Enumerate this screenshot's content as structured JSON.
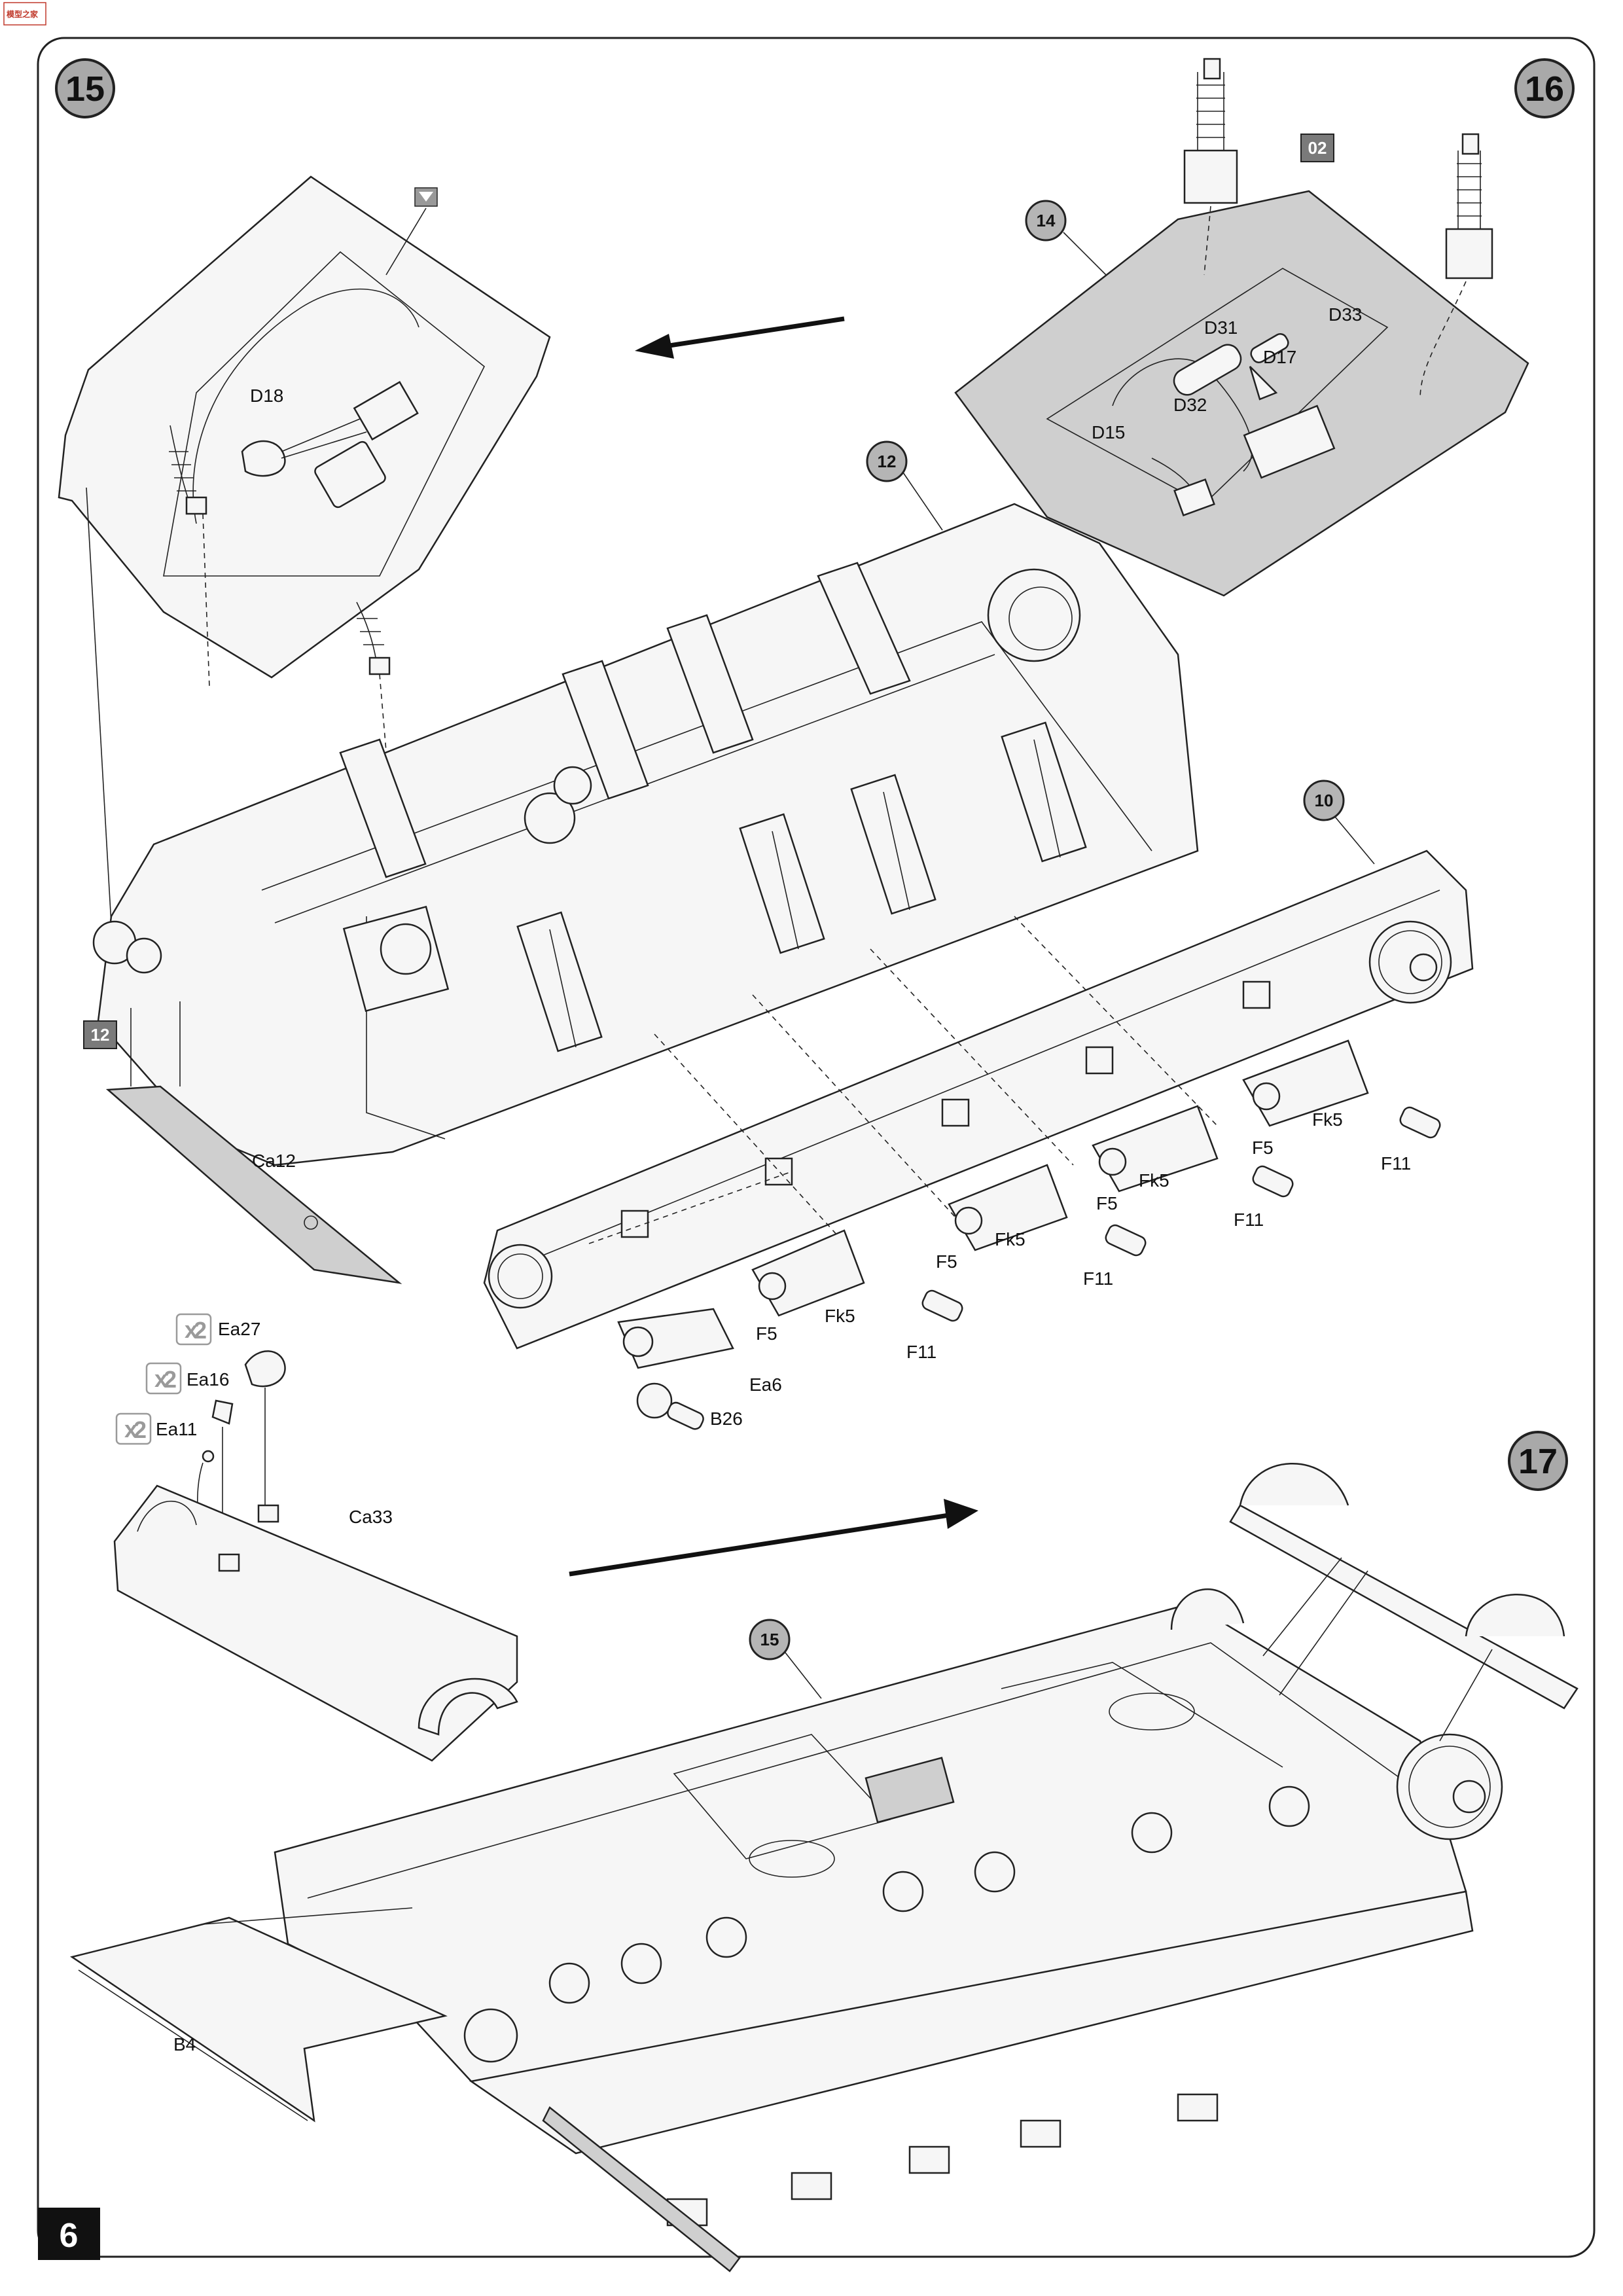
{
  "page": {
    "number": "6",
    "logo_text": "模型之家"
  },
  "steps": {
    "s15": {
      "number": "15"
    },
    "s16": {
      "number": "16"
    },
    "s17": {
      "number": "17"
    }
  },
  "refs": {
    "ref12_top": "12",
    "ref10": "10",
    "ref14": "14",
    "ref15": "15",
    "ref02": "02",
    "ref12_plate": "12"
  },
  "multipliers": {
    "ea27": "2",
    "ea16": "2",
    "ea11": "2"
  },
  "labels": {
    "d18": "D18",
    "d31": "D31",
    "d33": "D33",
    "d17": "D17",
    "d32": "D32",
    "d15": "D15",
    "ca12": "Ca12",
    "fk5_a": "Fk5",
    "fk5_b": "Fk5",
    "fk5_c": "Fk5",
    "fk5_d": "Fk5",
    "f11_a": "F11",
    "f11_b": "F11",
    "f11_c": "F11",
    "f11_d": "F11",
    "f5_a": "F5",
    "f5_b": "F5",
    "f5_c": "F5",
    "f5_d": "F5",
    "ea6": "Ea6",
    "b26": "B26",
    "ea27": "Ea27",
    "ea16": "Ea16",
    "ea11": "Ea11",
    "ca33": "Ca33",
    "b4": "B4"
  }
}
